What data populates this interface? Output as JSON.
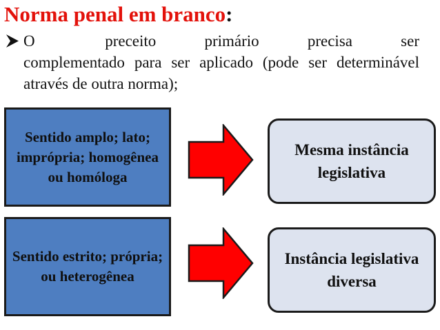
{
  "title": {
    "main": "Norma penal em branco",
    "colon": ":"
  },
  "bullet": {
    "icon": "arrowhead-bullet-icon",
    "line1_word1": "O",
    "line1_rest": "preceito primário precisa ser",
    "rest": "complementado para ser aplicado (pode ser determinável através de outra norma);"
  },
  "boxes": {
    "broad": "Sentido amplo; lato; imprópria; homogênea ou homóloga",
    "broad_result": "Mesma instância legislativa",
    "strict": "Sentido estrito; própria; ou heterogênea",
    "strict_result": "Instância legislativa diversa"
  },
  "colors": {
    "title_red": "#e3120b",
    "blue_box": "#4e7ec1",
    "grey_box": "#dde3ef",
    "arrow_red": "#ff0000"
  }
}
